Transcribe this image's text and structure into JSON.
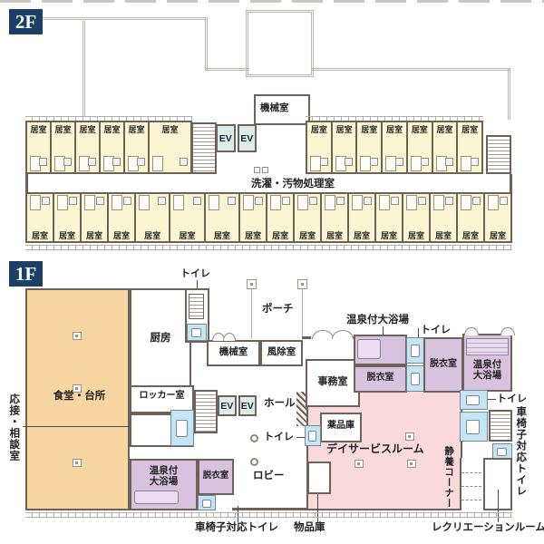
{
  "floor2": {
    "badge": "2F",
    "machine_room_label": "機械室",
    "elevator_labels": [
      "EV",
      "EV"
    ],
    "corridor_label": "洗濯・汚物処理室",
    "room_label": "居室",
    "top_left_count": 6,
    "top_right_count": 7,
    "bottom_count": 17
  },
  "floor1": {
    "badge": "1F",
    "labels": {
      "toilet_top": "トイレ",
      "porch": "ポーチ",
      "onsen_bath_top": "温泉付大浴場",
      "toilet_bath": "トイレ",
      "kitchen": "厨房",
      "machine_room": "機械室",
      "windbreak": "風除室",
      "office": "事務室",
      "dressing_left": "脱衣室",
      "dressing_right": "脱衣室",
      "onsen_bath_right": "温泉付\n大浴場",
      "dining": "食堂・台所",
      "locker": "ロッカー室",
      "elevators": [
        "EV",
        "EV"
      ],
      "hall": "ホール",
      "medicine": "薬品庫",
      "reception": "応接・相談室",
      "toilet_hall": "トイレ",
      "dayservice": "デイサービスルーム",
      "lobby": "ロビー",
      "onsen_bath_bottom": "温泉付\n大浴場",
      "dressing_bottom": "脱衣室",
      "rest_corner": "静養コーナー",
      "toilet_right": "トイレ",
      "wheelchair_toilet_right": "車椅子対応トイレ",
      "wheelchair_toilet_bottom": "車椅子対応トイレ",
      "storage_goods": "物品庫",
      "recreation": "レクリエーションルーム"
    }
  },
  "colors": {
    "badge_bg": "#1c3f68",
    "wall": "#6e6258",
    "guest_room": "#faf6d2",
    "dining_orange": "#f7d6a2",
    "dayservice_pink": "#f9d9dc",
    "bath_purple": "#d7c3de",
    "toilet_blue": "#c5e4f4",
    "elevator_teal": "#ddeeea",
    "outline_gray": "#b9b5b0"
  }
}
